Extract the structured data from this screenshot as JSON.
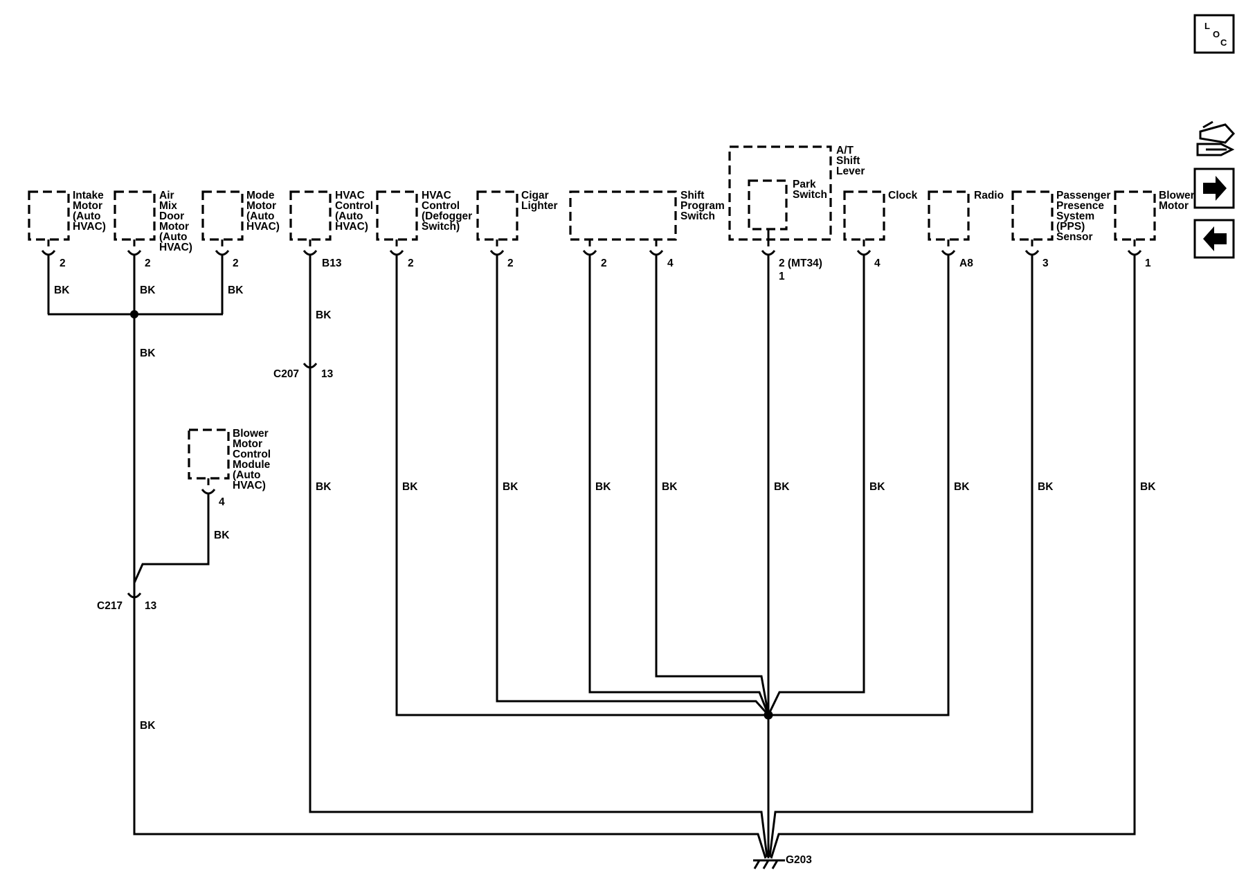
{
  "components": {
    "intake_motor": [
      "Intake",
      "Motor",
      "(Auto",
      "HVAC)"
    ],
    "air_mix_motor": [
      "Air",
      "Mix",
      "Door",
      "Motor",
      "(Auto",
      "HVAC)"
    ],
    "mode_motor": [
      "Mode",
      "Motor",
      "(Auto",
      "HVAC)"
    ],
    "hvac_control_auto": [
      "HVAC",
      "Control",
      "(Auto",
      "HVAC)"
    ],
    "hvac_control_defogger": [
      "HVAC",
      "Control",
      "(Defogger",
      "Switch)"
    ],
    "cigar_lighter": [
      "Cigar",
      "Lighter"
    ],
    "shift_program_switch": [
      "Shift",
      "Program",
      "Switch"
    ],
    "at_shift_lever": [
      "A/T",
      "Shift",
      "Lever"
    ],
    "park_switch": [
      "Park",
      "Switch"
    ],
    "clock": [
      "Clock"
    ],
    "radio": [
      "Radio"
    ],
    "pps_sensor": [
      "Passenger",
      "Presence",
      "System",
      "(PPS)",
      "Sensor"
    ],
    "blower_motor": [
      "Blower",
      "Motor"
    ],
    "blower_module": [
      "Blower",
      "Motor",
      "Control",
      "Module",
      "(Auto",
      "HVAC)"
    ]
  },
  "pins": {
    "intake_motor": "2",
    "air_mix_motor": "2",
    "mode_motor": "2",
    "hvac_control_auto": "B13",
    "hvac_control_defogger": "2",
    "cigar_lighter": "2",
    "shift_program_a": "2",
    "shift_program_b": "4",
    "park_switch": "2 (MT34)",
    "park_switch_alt": "1",
    "clock": "4",
    "radio": "A8",
    "pps_sensor": "3",
    "blower_motor": "1",
    "blower_module": "4"
  },
  "connectors": {
    "c207": {
      "name": "C207",
      "pin": "13"
    },
    "c217": {
      "name": "C217",
      "pin": "13"
    }
  },
  "ground": "G203",
  "wire_color": "BK",
  "nav": {
    "loc_letters": [
      "L",
      "O",
      "C"
    ]
  }
}
